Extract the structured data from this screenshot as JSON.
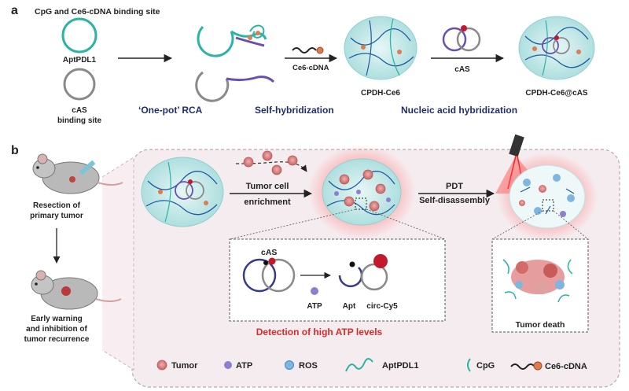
{
  "panel_a": {
    "letter": "a",
    "top_label": "CpG and Ce6-cDNA binding site",
    "aptpdl1_label": "AptPDL1",
    "cas_label_1": "cAS",
    "cas_label_2": "binding site",
    "one_pot_label": "‘One-pot’ RCA",
    "ce6_cdna_label": "Ce6-cDNA",
    "self_hybridization": "Self-hybridization",
    "cpdh_ce6": "CPDH-Ce6",
    "cas_label": "cAS",
    "nucleic_acid_hybridization": "Nucleic acid hybridization",
    "cpdh_ce6_cas": "CPDH-Ce6@cAS"
  },
  "panel_b": {
    "letter": "b",
    "resection_1": "Resection of",
    "resection_2": "primary tumor",
    "early_1": "Early warning",
    "early_2": "and inhibition of",
    "early_3": "tumor recurrence",
    "tumor_cell": "Tumor cell",
    "enrichment": "enrichment",
    "pdt": "PDT",
    "self_disassembly": "Self-disassembly",
    "inset_cas": "cAS",
    "inset_atp": "ATP",
    "inset_apt": "Apt",
    "inset_circ": "circ-Cy5",
    "detection": "Detection of high ATP levels",
    "tumor_death": "Tumor death"
  },
  "legend": {
    "tumor": "Tumor",
    "atp": "ATP",
    "ros": "ROS",
    "aptpdl1": "AptPDL1",
    "cpg": "CpG",
    "ce6_cdna": "Ce6-cDNA"
  },
  "colors": {
    "navy_text": "#1f2e6b",
    "red_text": "#d42c2c",
    "teal": "#2bb3a6",
    "purple": "#6a4fb3",
    "gray_ring": "#8a8a8a",
    "tumor": "#d47a7a",
    "atp": "#8a7fd0",
    "ros": "#7fb6e0",
    "gel_fill": "#bfe6e6"
  }
}
